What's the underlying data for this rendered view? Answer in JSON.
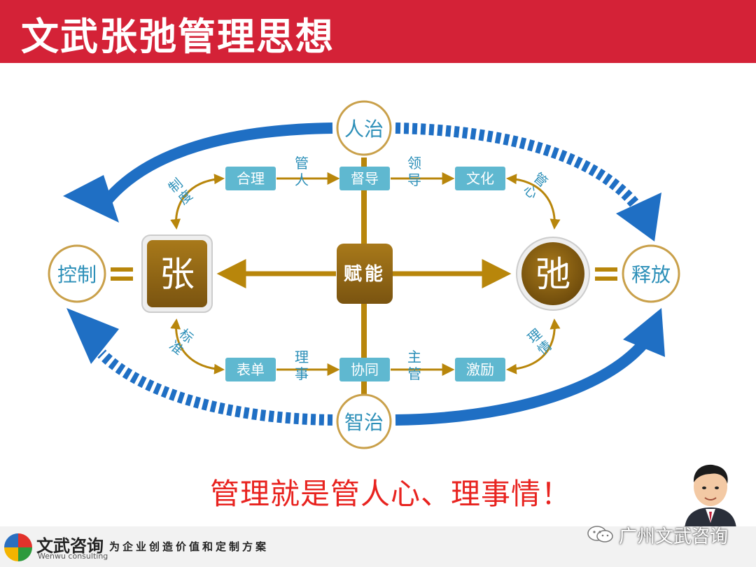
{
  "title": "文武张弛管理思想",
  "nodes": {
    "center": "赋能",
    "left": "张",
    "right": "弛",
    "top_circle": "人治",
    "bottom_circle": "智治",
    "far_left": "控制",
    "far_right": "释放"
  },
  "top_row": [
    "合理",
    "督导",
    "文化"
  ],
  "bottom_row": [
    "表单",
    "协同",
    "激励"
  ],
  "top_labels": [
    "管人",
    "领导"
  ],
  "bottom_labels": [
    "理事",
    "主管"
  ],
  "curve_labels": {
    "top_left": "制度",
    "top_right": "管心",
    "bottom_left": "标准",
    "bottom_right": "理情"
  },
  "equals": "=",
  "slogan": "管理就是管人心、理事情！",
  "footer": {
    "brand_cn": "文武咨询",
    "brand_en": "Wenwu consulting",
    "tagline": "为企业创造价值和定制方案",
    "wechat": "广州文武咨询"
  },
  "colors": {
    "title_bg": "#d42237",
    "gold": "#b8860b",
    "box_blue": "#5fb8d0",
    "arrow_blue": "#1f6fc4",
    "slogan_red": "#e8231f"
  }
}
